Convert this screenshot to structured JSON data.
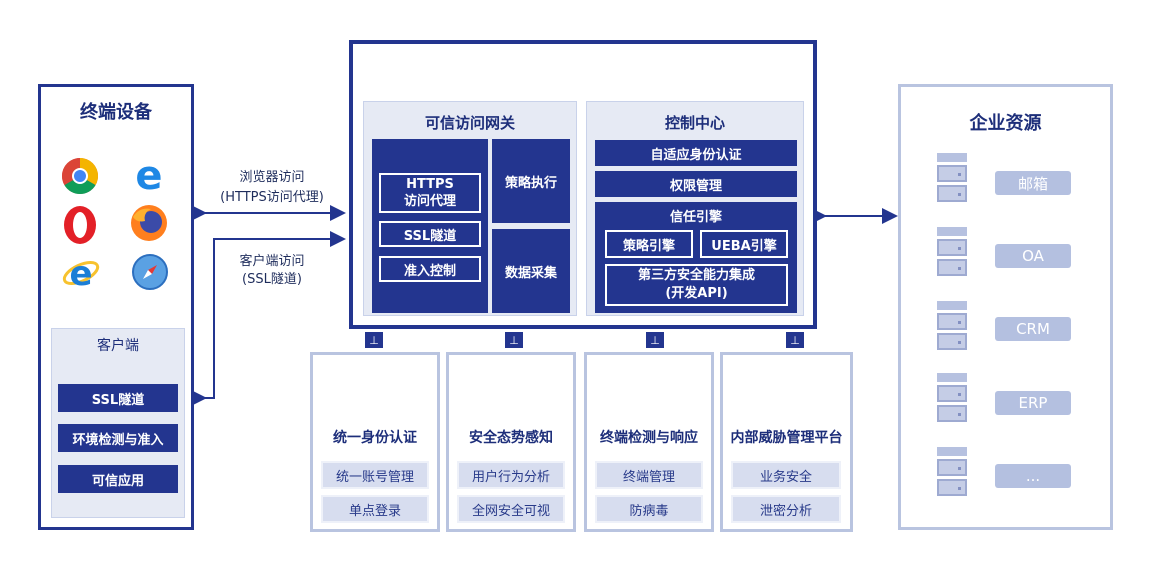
{
  "terminal": {
    "title": "终端设备",
    "browsers": [
      "chrome-icon",
      "edge-icon",
      "opera-icon",
      "firefox-icon",
      "ie-icon",
      "safari-icon"
    ],
    "client": {
      "title": "客户端",
      "items": [
        "SSL隧道",
        "环境检测与准入",
        "可信应用"
      ]
    }
  },
  "links": {
    "browser_label_1": "浏览器访问",
    "browser_label_2": "(HTTPS访问代理)",
    "client_label_1": "客户端访问",
    "client_label_2": "(SSL隧道)"
  },
  "gateway": {
    "title": "可信访问网关",
    "left_items": [
      "HTTPS\n访问代理",
      "SSL隧道",
      "准入控制"
    ],
    "policy": "策略执行",
    "collect": "数据采集"
  },
  "control": {
    "title": "控制中心",
    "auth": "自适应身份认证",
    "perm": "权限管理",
    "trust_title": "信任引擎",
    "policy_engine": "策略引擎",
    "ueba_engine": "UEBA引擎",
    "third_party_1": "第三方安全能力集成",
    "third_party_2": "(开发API)"
  },
  "bottom": [
    {
      "title": "统一身份认证",
      "items": [
        "统一账号管理",
        "单点登录"
      ]
    },
    {
      "title": "安全态势感知",
      "items": [
        "用户行为分析",
        "全网安全可视"
      ]
    },
    {
      "title": "终端检测与响应",
      "items": [
        "终端管理",
        "防病毒"
      ]
    },
    {
      "title": "内部威胁管理平台",
      "items": [
        "业务安全",
        "泄密分析"
      ]
    }
  ],
  "enterprise": {
    "title": "企业资源",
    "items": [
      "邮箱",
      "OA",
      "CRM",
      "ERP",
      "..."
    ]
  },
  "plug_glyph": "⊥",
  "colors": {
    "navy": "#23358f",
    "light": "#b9c4e0"
  }
}
